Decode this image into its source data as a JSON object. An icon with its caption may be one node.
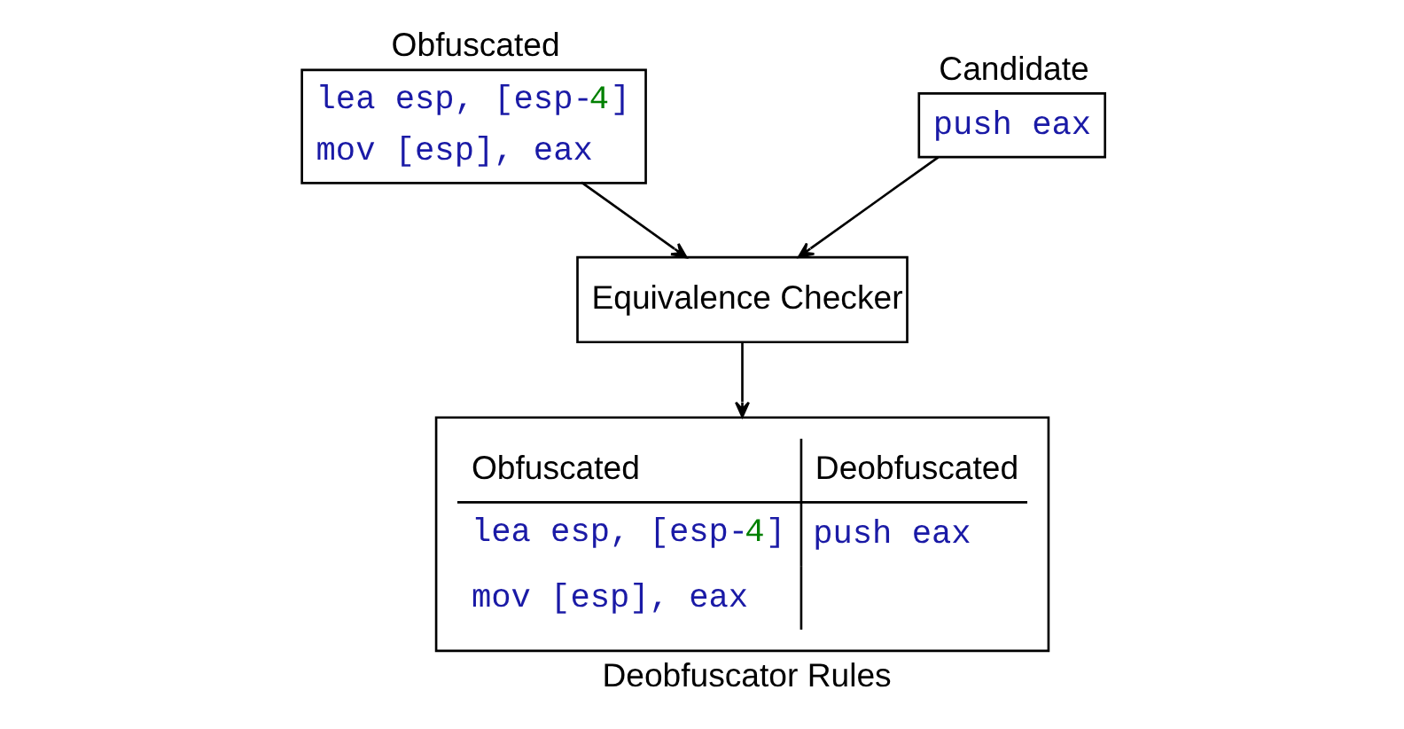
{
  "diagram": {
    "nodes": [
      {
        "text": [
          "Obfuscated",
          "lea esp, [esp-4]",
          "mov [esp], eax"
        ]
      },
      {
        "text": [
          "Candidate",
          "push eax"
        ]
      },
      {
        "text": [
          "Equivalence Checker"
        ]
      },
      {
        "text": [
          "Obfuscated",
          "Deobfuscated",
          "lea esp, [esp-4]",
          "mov [esp], eax",
          "push eax",
          "Deobfuscator Rules"
        ]
      }
    ],
    "edges": [
      {
        "from": 0,
        "to": 2,
        "arrow": "to"
      },
      {
        "from": 1,
        "to": 2,
        "arrow": "to"
      },
      {
        "from": 2,
        "to": 3,
        "arrow": "to"
      }
    ]
  }
}
